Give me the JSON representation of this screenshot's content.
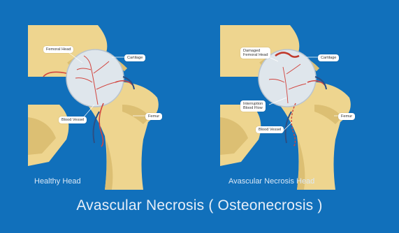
{
  "title": "Avascular Necrosis ( Osteonecrosis )",
  "panels": [
    {
      "caption": "Healthy Head",
      "labels": {
        "femoral_head": "Femoral Head",
        "cartilage": "Cartilage",
        "blood_vessel": "Blood Vessel",
        "femur": "Femur"
      }
    },
    {
      "caption": "Avascular Necrosis Head",
      "labels": {
        "damaged_head": "Damaged\nFemoral Head",
        "cartilage": "Cartilage",
        "interruption": "Interruption\nBlood Flow",
        "blood_vessel": "Blood Vessel",
        "femur": "Femur"
      }
    }
  ],
  "colors": {
    "background": "#1170bb",
    "bone": "#eed58f",
    "bone_shade": "#dcbf73",
    "cartilage": "#dfe6ec",
    "vessel_red": "#d2453f",
    "vessel_blue": "#2d4f83"
  }
}
